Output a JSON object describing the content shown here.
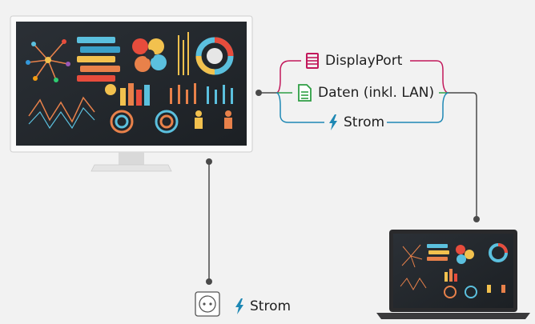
{
  "connections": {
    "displayport": {
      "label": "DisplayPort",
      "icon": "film-icon",
      "color": "#c2185b"
    },
    "data": {
      "label": "Daten (inkl. LAN)",
      "icon": "document-icon",
      "color": "#2e9e44"
    },
    "power_usb": {
      "label": "Strom",
      "icon": "lightning-bolt-icon",
      "color": "#1e88b4"
    }
  },
  "outlet": {
    "label": "Strom",
    "icon": "power-outlet-icon"
  },
  "cable_colors": {
    "cable": "#4a4a4a"
  },
  "devices": {
    "monitor": "monitor",
    "laptop": "laptop"
  }
}
